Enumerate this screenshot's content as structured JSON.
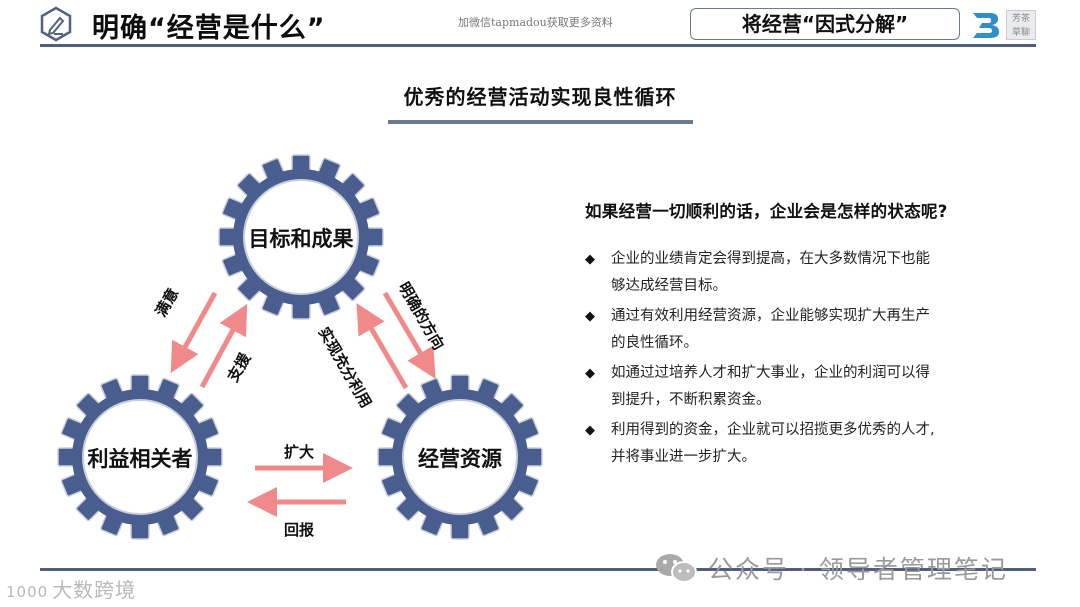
{
  "header": {
    "icon": "pencil-hexagon-icon",
    "title": "明确“经营是什么”",
    "watermark": "加微信tapmadou获取更多资料",
    "boxed_title": "将经营“因式分解”",
    "brand_mark": "3B-logo-icon",
    "seal_text": [
      "芳茶",
      "草聊"
    ]
  },
  "section": {
    "title": "优秀的经营活动实现良性循环"
  },
  "diagram": {
    "gear_color": "#4a5d8f",
    "arrow_color": "#f08a8a",
    "gears": [
      {
        "id": "top",
        "label": "目标和成果"
      },
      {
        "id": "left",
        "label": "利益相关者"
      },
      {
        "id": "right",
        "label": "经营资源"
      }
    ],
    "arrows": [
      {
        "from": "top",
        "to": "left",
        "label": "满意"
      },
      {
        "from": "left",
        "to": "top",
        "label": "支援"
      },
      {
        "from": "top",
        "to": "right",
        "label": "明确的方向"
      },
      {
        "from": "right",
        "to": "top",
        "label": "实现充分利用"
      },
      {
        "from": "left",
        "to": "right",
        "label": "扩大"
      },
      {
        "from": "right",
        "to": "left",
        "label": "回报"
      }
    ]
  },
  "panel": {
    "question": "如果经营一切顺利的话，企业会是怎样的状态呢?",
    "bullet_glyph": "◆",
    "bullets": [
      {
        "line1": "企业的业绩肯定会得到提高，在大多数情况下也能",
        "line2": "够达成经营目标。"
      },
      {
        "line1": "通过有效利用经营资源，企业能够实现扩大再生产",
        "line2": "的良性循环。"
      },
      {
        "line1": "如通过过培养人才和扩大事业，企业的利润可以得",
        "line2": "到提升，不断积累资金。"
      },
      {
        "line1": "利用得到的资金，企业就可以招揽更多优秀的人才,",
        "line2": "并将事业进一步扩大。"
      }
    ]
  },
  "footer": {
    "watermark_left": "大数跨境",
    "watermark_left_logo": "1000",
    "watermark_right": "公众号 · 领导者管理笔记"
  }
}
